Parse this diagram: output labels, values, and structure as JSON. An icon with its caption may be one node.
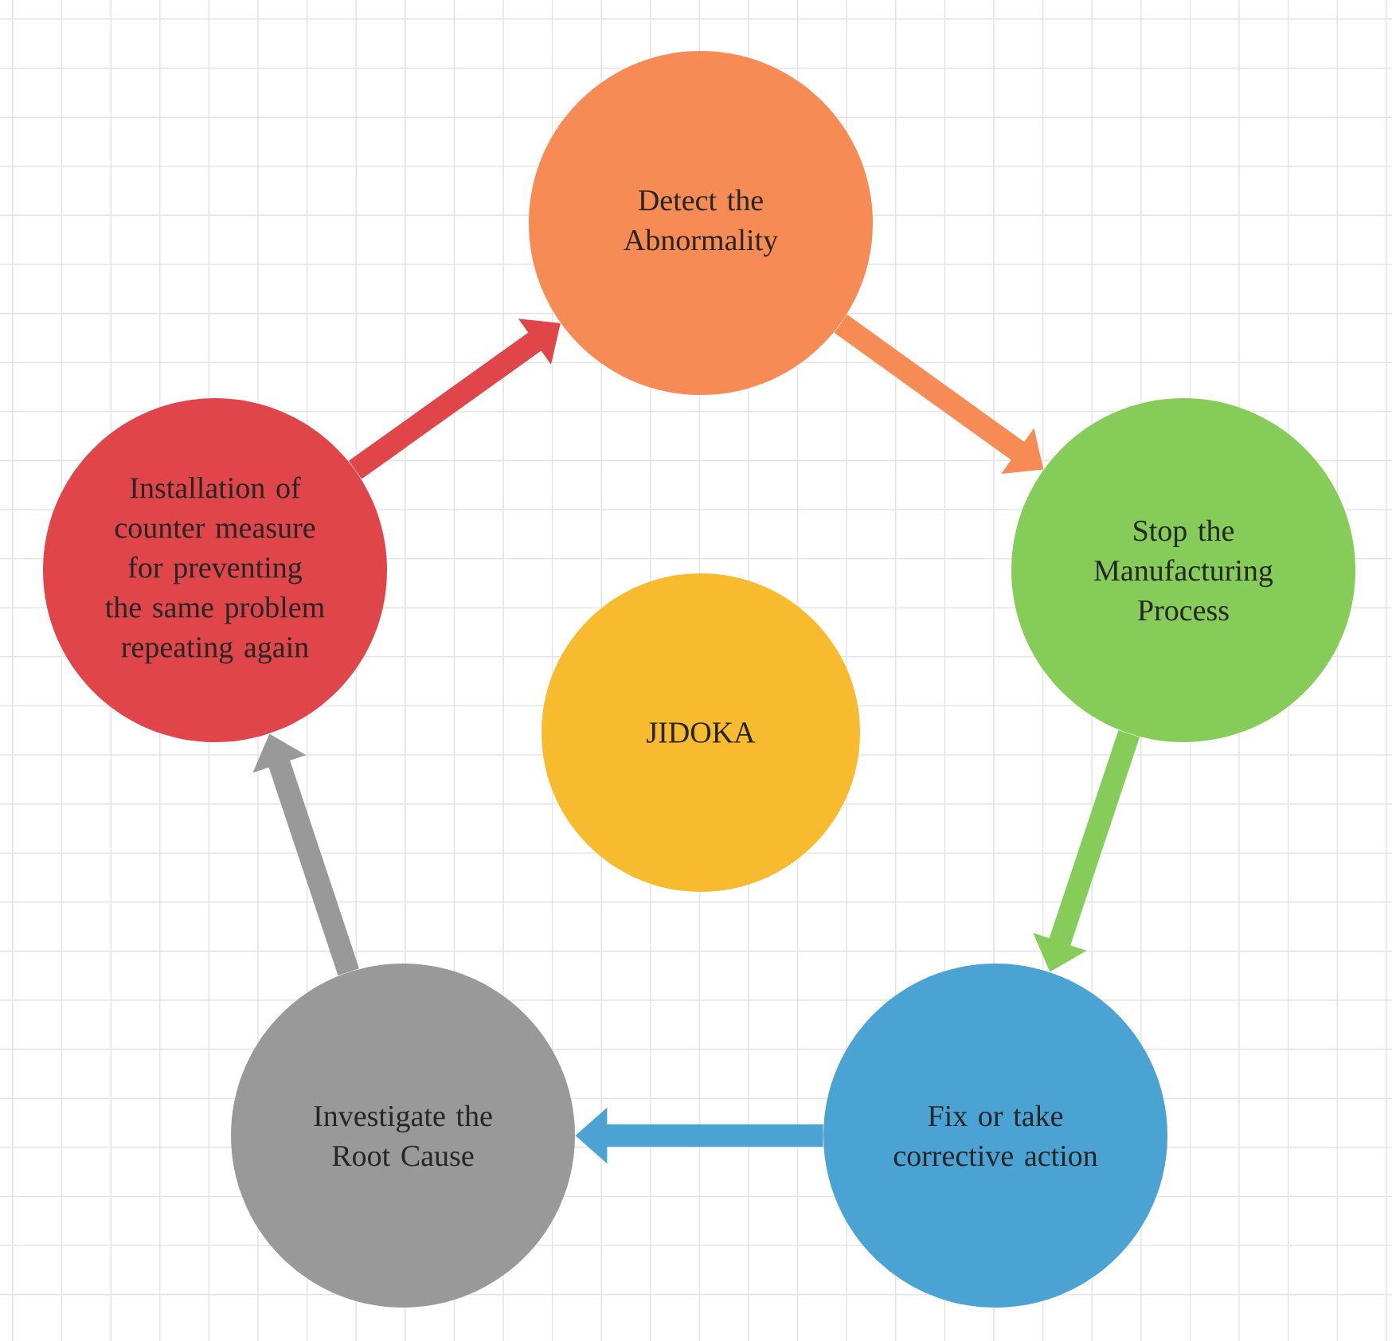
{
  "diagram": {
    "nodes": [
      {
        "text": [
          "Detect the Abnormality"
        ]
      },
      {
        "text": [
          "Stop the Manufacturing Process"
        ]
      },
      {
        "text": [
          "Fix or take corrective action"
        ]
      },
      {
        "text": [
          "Investigate the Root Cause"
        ]
      },
      {
        "text": [
          "Installation of counter measure for preventing the same problem repeating again"
        ]
      },
      {
        "text": [
          "JIDOKA"
        ]
      }
    ],
    "edges": [
      {
        "from": 0,
        "to": 1,
        "arrow": "to",
        "color": "#f68b55"
      },
      {
        "from": 1,
        "to": 2,
        "arrow": "to",
        "color": "#86cc58"
      },
      {
        "from": 2,
        "to": 3,
        "arrow": "to",
        "color": "#4aa3d3"
      },
      {
        "from": 3,
        "to": 4,
        "arrow": "to",
        "color": "#999999"
      },
      {
        "from": 4,
        "to": 0,
        "arrow": "to",
        "color": "#e0454a"
      }
    ]
  }
}
